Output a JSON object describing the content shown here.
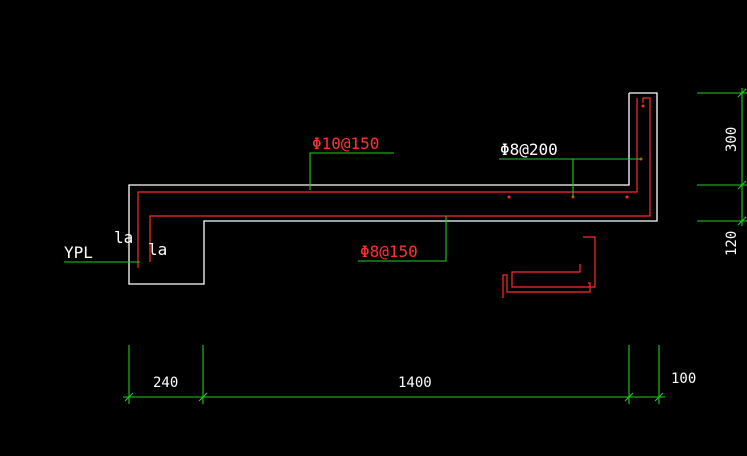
{
  "colors": {
    "background": "#000000",
    "outline": "#ffffff",
    "rebar": "#ff2a2a",
    "leader": "#22cc22",
    "text_white": "#ffffff",
    "text_red": "#ff3333"
  },
  "labels": {
    "top_bar": "Φ10@150",
    "dist_bar": "Φ8@200",
    "bottom_bar": "Φ8@150",
    "beam": "YPL",
    "la_left": "la",
    "la_right": "la"
  },
  "dimensions": {
    "bottom": [
      "240",
      "1400",
      "100"
    ],
    "right": [
      "300",
      "120"
    ]
  }
}
